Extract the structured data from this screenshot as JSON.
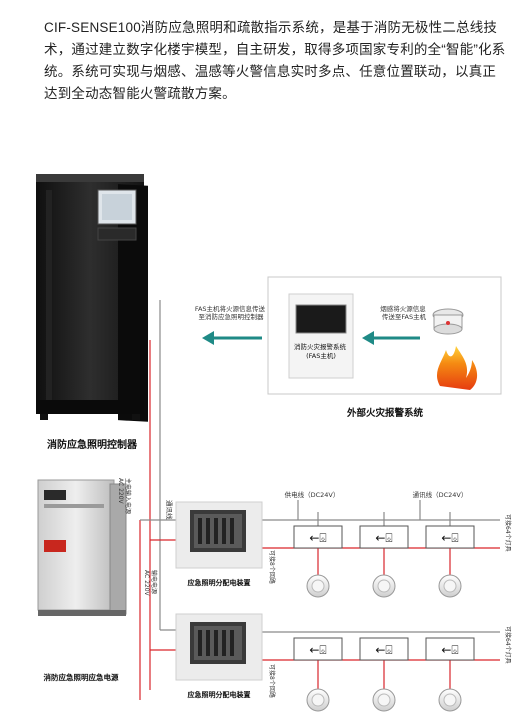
{
  "intro_text": "CIF-SENSE100消防应急照明和疏散指示系统，是基于消防无极性二总线技术，通过建立数字化楼宇模型，自主研发，取得多项国家专利的全“智能”化系统。系统可实现与烟感、温感等火警信息实时多点、任意位置联动，以真正达到全动态智能火警疏散方案。",
  "labels": {
    "controller": "消防应急照明控制器",
    "fas_host": "消防火灾报警系统\n(FAS主机)",
    "external_fire": "外部火灾报警系统",
    "fas_to_controller": "FAS主机将火源信息传送\n至消防应急照明控制器",
    "smoke_to_fas": "烟感将火源信息\n传送至FAS主机",
    "power_supply": "消防应急照明应急电源",
    "distribution_box_1": "应急照明分配电装置",
    "distribution_box_2": "应急照明分配电装置",
    "comm_line": "通讯线",
    "main_power_in": "主电输入电源\nAC 220V",
    "power_out": "输电电源\nAC 220V",
    "power_line_dc": "供电线（DC24V）",
    "comm_line_dc": "通讯线（DC24V）",
    "loops_8": "可接8个回路",
    "lamps_64": "可接64个灯具"
  },
  "colors": {
    "accent_teal": "#1f8a86",
    "line_red": "#d9262b",
    "line_gray": "#8a8a8a",
    "dark_cabinet": "#1c1c1c"
  }
}
